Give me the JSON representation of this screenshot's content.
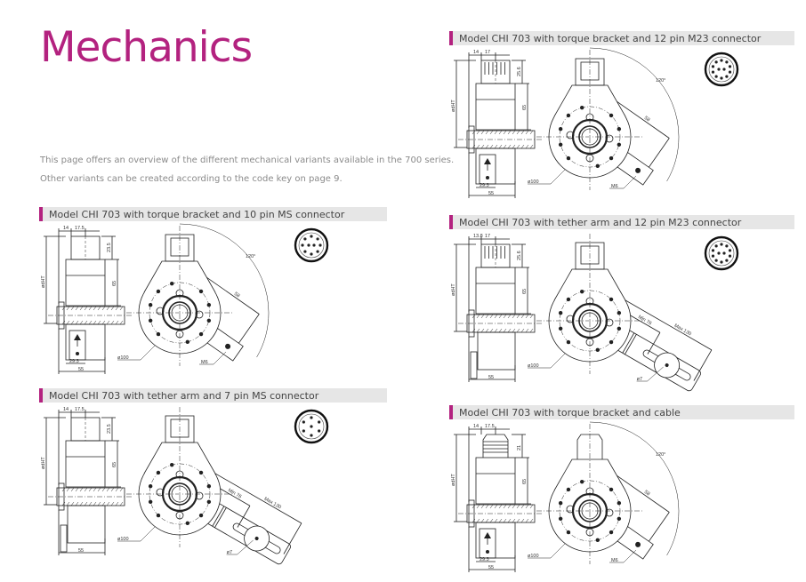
{
  "page": {
    "title": "Mechanics",
    "intro": [
      "This page offers an overview of the different mechanical variants available in the 700 series.",
      "Other variants can be created according to the code key on page 9."
    ],
    "accent_color": "#b3227f",
    "header_bar_color": "#e6e6e6"
  },
  "sections": [
    {
      "title": "Model CHI 703 with torque bracket and 10 pin MS connector",
      "connector_icon": "ms-10-pin-connector-icon",
      "pins": 10,
      "dims": {
        "top_a": "14",
        "top_b": "17.5",
        "conn_h": "23.5",
        "body_h": "65",
        "dia": "ødHT",
        "offset": "29.3",
        "width": "55",
        "flange": "ø100",
        "thread": "M6",
        "bracket_len": "58",
        "angle": "120°"
      }
    },
    {
      "title": "Model CHI 703 with tether arm and 7 pin MS connector",
      "connector_icon": "ms-7-pin-connector-icon",
      "pins": 7,
      "dims": {
        "top_a": "14",
        "top_b": "17.5",
        "conn_h": "23.5",
        "body_h": "65",
        "dia": "ødHT",
        "width": "55",
        "flange": "ø100",
        "min": "Min 76",
        "max": "Max 130",
        "hole": "ø7"
      }
    },
    {
      "title": "Model CHI 703 with torque bracket and 12 pin M23 connector",
      "connector_icon": "m23-12-pin-connector-icon",
      "pins": 12,
      "dims": {
        "top_a": "14",
        "top_b": "17",
        "conn_h": "25.6",
        "body_h": "65",
        "dia": "ødHT",
        "offset": "29.3",
        "width": "55",
        "flange": "ø100",
        "thread": "M6",
        "bracket_len": "58",
        "angle": "120°"
      }
    },
    {
      "title": "Model CHI 703 with tether arm and 12 pin M23 connector",
      "connector_icon": "m23-12-pin-connector-icon",
      "pins": 12,
      "dims": {
        "top_a": "13.8",
        "top_b": "17",
        "conn_h": "25.6",
        "body_h": "65",
        "dia": "ødHT",
        "width": "55",
        "flange": "ø100",
        "min": "Min 76",
        "max": "Max 130",
        "hole": "ø7"
      }
    },
    {
      "title": "Model CHI 703 with torque bracket and cable",
      "connector_icon": "cable-gland-icon",
      "pins": 0,
      "dims": {
        "top_a": "14",
        "top_b": "17.5",
        "conn_h": "21",
        "body_h": "65",
        "dia": "ødHT",
        "offset": "29.3",
        "width": "55",
        "flange": "ø100",
        "thread": "M6",
        "bracket_len": "58",
        "angle": "120°"
      }
    }
  ]
}
